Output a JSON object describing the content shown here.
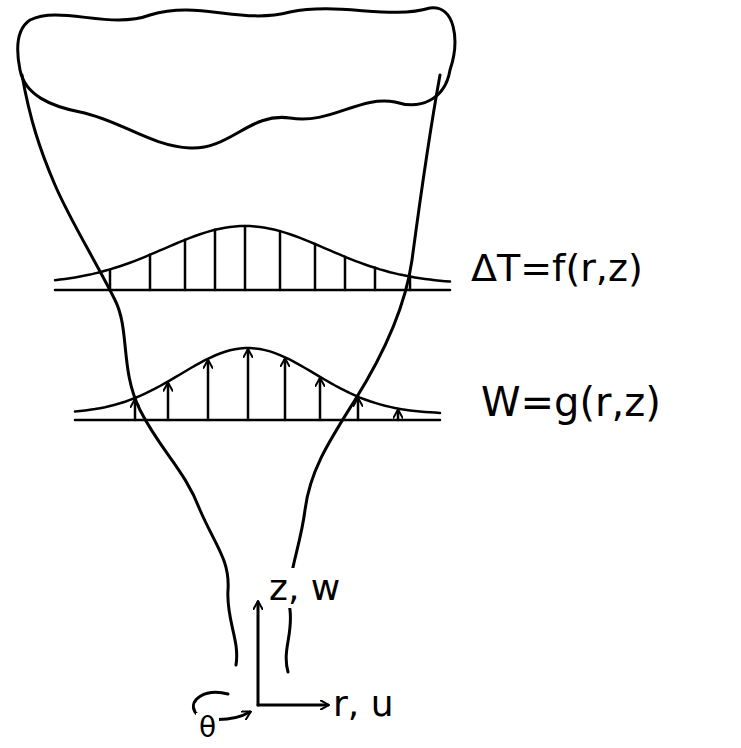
{
  "diagram": {
    "labels": [
      "ΔT=f(r,z)",
      "W=g(r,z)",
      "z, w",
      "r, u",
      "θ"
    ]
  }
}
